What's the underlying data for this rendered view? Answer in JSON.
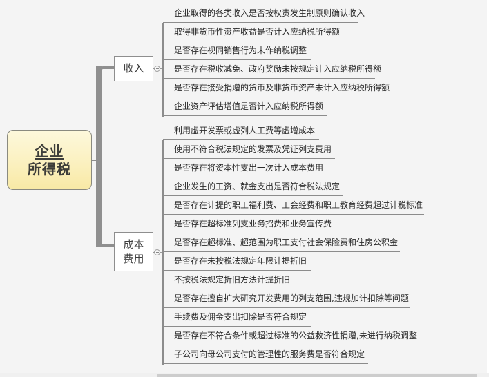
{
  "mindmap": {
    "root": {
      "line1": "企业",
      "line2": "所得税"
    },
    "branches": [
      {
        "label_lines": [
          "收入"
        ],
        "items": [
          "企业取得的各类收入是否按权责发生制原则确认收入",
          "取得非货币性资产收益是否计入应纳税所得额",
          "是否存在视同销售行为未作纳税调整",
          "是否存在税收减免、政府奖励未按规定计入应纳税所得额",
          "是否存在接受捐赠的货币及非货币资产未计入应纳税所得额",
          "企业资产评估增值是否计入应纳税所得额"
        ]
      },
      {
        "label_lines": [
          "成本",
          "费用"
        ],
        "items": [
          "利用虚开发票或虚列人工费等虚增成本",
          "使用不符合税法规定的发票及凭证列支费用",
          "是否存在将资本性支出一次计入成本费用",
          "企业发生的工资、就金支出是否符合税法规定",
          "是否存在计提的职工福利费、工会经费和职工教育经费超过计税标准",
          "是否存在超标准列支业务招费和业务宣传费",
          "是否存在超标准、超范围为职工支付社会保险费和住房公积金",
          "是否存在未按税法规定年限计提折旧",
          "不按税法规定折旧方法计提折旧",
          "是否存在擅自扩大研究开发费用的列支范围,违规加计扣除等问题",
          "手续费及佣金支出扣除是否符合规定",
          "是否存在不符合条件或超过标准的公益救济性捐赠,未进行纳税调整",
          "子公司向母公司支付的管理性的服务费是否符合规定"
        ]
      }
    ]
  },
  "colors": {
    "background": "#f4f4f4",
    "root_fill_top": "#fdf8dc",
    "root_fill_bottom": "#f8e9a5",
    "connector": "#8f8f8f",
    "text": "#2a2a2a"
  }
}
